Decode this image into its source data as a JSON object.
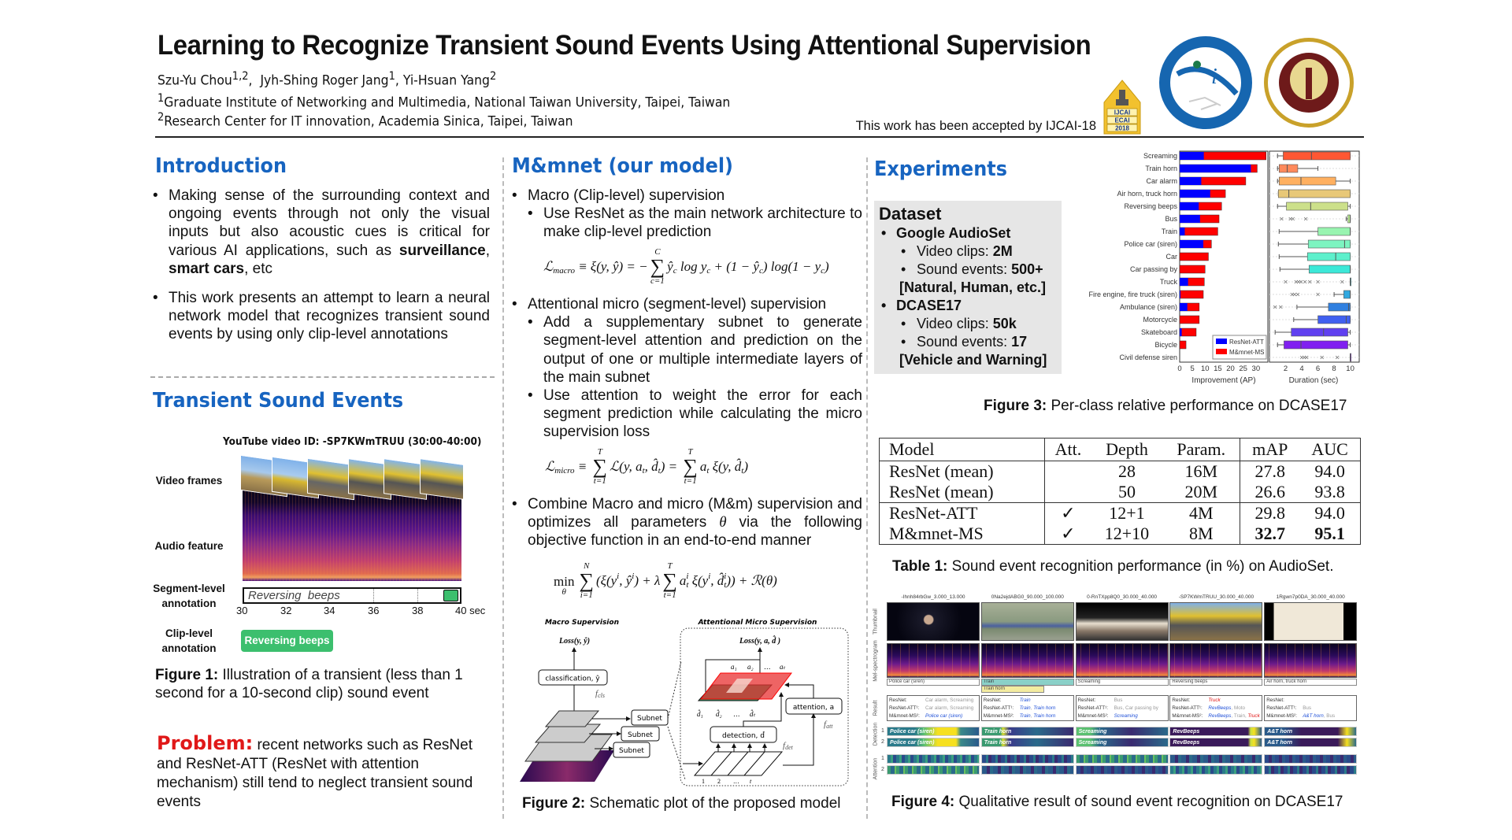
{
  "header": {
    "title": "Learning to Recognize Transient Sound Events Using Attentional Supervision",
    "authors": [
      {
        "name": "Szu-Yu Chou",
        "sup": "1,2"
      },
      {
        "name": "Jyh-Shing Roger Jang",
        "sup": "1"
      },
      {
        "name": "Yi-Hsuan Yang",
        "sup": "2"
      }
    ],
    "affiliations": [
      {
        "sup": "1",
        "text": "Graduate Institute of Networking and Multimedia, National Taiwan University, Taipei, Taiwan"
      },
      {
        "sup": "2",
        "text": "Research Center for IT innovation, Academia Sinica, Taipei, Taiwan"
      }
    ],
    "accepted": "This work has been accepted by IJCAI-18",
    "logos": {
      "ijcai": [
        "IJCAI",
        "ECAI",
        "2018"
      ],
      "sinica": "Research Center for Information Technology Innovation, Academia Sinica",
      "ntu": "National Taiwan University"
    }
  },
  "introduction": {
    "heading": "Introduction",
    "bullet1": {
      "pre": "Making sense of the surrounding context and ongoing events through not only the visual inputs but also acoustic cues is critical for various AI applications, such as ",
      "b1": "surveillance",
      "mid": ", ",
      "b2": "smart cars",
      "post": ", etc"
    },
    "bullet2": "This work presents an attempt to learn a neural network model that recognizes transient sound events by using only clip-level annotations"
  },
  "transient": {
    "heading": "Transient Sound Events",
    "video_id": "YouTube video ID: -SP7KWmTRUU (30:00-40:00)",
    "labels": {
      "frames": "Video frames",
      "audio": "Audio feature",
      "segment": "Segment-level annotation",
      "clip": "Clip-level annotation"
    },
    "segment_text": "Reversing  beeps",
    "ticks": [
      "30",
      "32",
      "34",
      "36",
      "38",
      "40 sec"
    ],
    "clip_badge": "Reversing beeps",
    "badge_color": "#3cbf6e",
    "caption_bold": "Figure 1:",
    "caption": " Illustration of a transient (less than 1 second for a 10-second clip) sound event"
  },
  "problem": {
    "bold": "Problem:",
    "text": " recent networks such as ResNet and ResNet-ATT (ResNet with attention mechanism) still tend to neglect transient sound events"
  },
  "model": {
    "heading": "M&mnet (our model)",
    "macro": "Macro (Clip-level) supervision",
    "macro_sub": "Use ResNet as the main network architecture to make clip-level prediction",
    "micro": "Attentional micro (segment-level) supervision",
    "micro_sub1": "Add a supplementary subnet to generate segment-level attention and prediction on the output of one or multiple intermediate layers of the main subnet",
    "micro_sub2": "Use attention to weight the error for each segment prediction while calculating the micro supervision loss",
    "combine": {
      "pre": "Combine Macro and micro (M&m) supervision and optimizes all parameters ",
      "theta": "θ",
      "post": " via the following objective function in an end-to-end manner"
    },
    "equations": {
      "macro": [
        {
          "b": "ℒ",
          "sub": "macro"
        },
        " ≡ ξ(y, ŷ) = −",
        {
          "sum": "∑",
          "top": "C",
          "bot": "c=1"
        },
        {
          "b": "ŷ",
          "sub": "c"
        },
        " log ",
        {
          "b": "y",
          "sub": "c"
        },
        " + (1 − ",
        {
          "b": "ŷ",
          "sub": "c"
        },
        ") log(1 − ",
        {
          "b": "y",
          "sub": "c"
        },
        ")"
      ],
      "micro": [
        {
          "b": "ℒ",
          "sub": "micro"
        },
        " ≡ ",
        {
          "sum": "∑",
          "top": "T",
          "bot": "t=1"
        },
        "ℒ(y, ",
        {
          "b": "a",
          "sub": "t"
        },
        ", ",
        {
          "b": "d̂",
          "sub": "t"
        },
        ") = ",
        {
          "sum": "∑",
          "top": "T",
          "bot": "t=1"
        },
        {
          "b": "a",
          "sub": "t"
        },
        " ξ(y, ",
        {
          "b": "d̂",
          "sub": "t"
        },
        ")"
      ],
      "objective": [
        {
          "sum": "min",
          "top": "",
          "bot": "θ"
        },
        {
          "sum": "∑",
          "top": "N",
          "bot": "i=1"
        },
        "(ξ(",
        {
          "b": "y",
          "sup": "i"
        },
        ", ",
        {
          "b": "ŷ",
          "sup": "i"
        },
        ") + λ",
        {
          "sum": "∑",
          "top": "T",
          "bot": "t=1"
        },
        {
          "b": "a",
          "sub": "t",
          "sup": "i"
        },
        " ξ(",
        {
          "b": "y",
          "sup": "i"
        },
        ", ",
        {
          "b": "d̂",
          "sub": "t",
          "sup": "i"
        },
        ")) + ℛ(θ)"
      ]
    },
    "figure2": {
      "macro_title": "Macro Supervision",
      "micro_title": "Attentional Micro Supervision",
      "loss_macro": "Loss(y, ŷ)",
      "classification": "classification, ŷ",
      "f_cls": "f",
      "f_cls_sub": "cls",
      "subnet": "Subnet",
      "loss_micro": "Loss(y, a, d̂ )",
      "a_labels": [
        "a₁",
        "a₂",
        "...",
        "aₜ"
      ],
      "d_labels": [
        "d̂₁",
        "d̂₂",
        "...",
        "d̂ₜ"
      ],
      "attention": "attention, a",
      "f_att_sub": "att",
      "detection": "detection, d̂",
      "f_det_sub": "det",
      "seg_labels": [
        "1",
        "2",
        "...",
        "t"
      ],
      "caption_bold": "Figure 2:",
      "caption": " Schematic plot of the proposed model"
    }
  },
  "experiments": {
    "heading": "Experiments",
    "dataset": {
      "title": "Dataset",
      "audioset": "Google AudioSet",
      "as_clips_label": "Video clips: ",
      "as_clips": "2M",
      "as_events_label": "Sound events: ",
      "as_events": "500+",
      "as_note": "[Natural, Human, etc.]",
      "dcase": "DCASE17",
      "dc_clips_label": "Video clips: ",
      "dc_clips": "50k",
      "dc_events_label": "Sound events: ",
      "dc_events": "17",
      "dc_note": "[Vehicle and Warning]"
    },
    "figure3_caption_bold": "Figure 3:",
    "figure3_caption": " Per-class relative performance on DCASE17",
    "table": {
      "headers": [
        "Model",
        "Att.",
        "Depth",
        "Param.",
        "mAP",
        "AUC"
      ],
      "rows": [
        [
          "ResNet (mean)",
          "",
          "28",
          "16M",
          "27.8",
          "94.0"
        ],
        [
          "ResNet (mean)",
          "",
          "50",
          "20M",
          "26.6",
          "93.8"
        ],
        [
          "ResNet-ATT",
          "✓",
          "12+1",
          "4M",
          "29.8",
          "94.0"
        ],
        [
          "M&mnet-MS",
          "✓",
          "12+10",
          "8M",
          "32.7",
          "95.1"
        ]
      ],
      "caption_bold": "Table 1:",
      "caption": " Sound event recognition performance (in %) on AudioSet."
    },
    "figure4": {
      "row_labels": [
        "Thumbnail",
        "Mel-spectrogram",
        "Result",
        "Detection",
        "Attention"
      ],
      "row_numbers": [
        "1",
        "2"
      ],
      "model_labels": [
        "ResNet:",
        "ResNet-ATT¹:",
        "M&mnet-MS²:"
      ],
      "columns": [
        {
          "title": "-Ihnh84rbGw_3.000_13.000",
          "gt": "Police car (siren)",
          "gt2": "",
          "det": "Police car (siren)",
          "results": [
            [
              {
                "t": "Car alarm, Screaming",
                "c": "gray"
              }
            ],
            [
              {
                "t": "Car alarm, Screaming",
                "c": "gray"
              }
            ],
            [
              {
                "t": "Police car (siren)",
                "c": "blue"
              }
            ]
          ]
        },
        {
          "title": "0Na2ejdABG0_90.000_100.000",
          "gt": "Train",
          "gt2": "Train horn",
          "det": "Train horn",
          "results": [
            [
              {
                "t": "Train",
                "c": "blue"
              }
            ],
            [
              {
                "t": "Train",
                "c": "blue"
              },
              {
                "t": ", ",
                "c": "gray"
              },
              {
                "t": "Train horn",
                "c": "blue"
              }
            ],
            [
              {
                "t": "Train",
                "c": "blue"
              },
              {
                "t": ", ",
                "c": "gray"
              },
              {
                "t": "Train horn",
                "c": "blue"
              }
            ]
          ]
        },
        {
          "title": "0-RnTXpp8Q0_30.000_40.000",
          "gt": "Screaming",
          "gt2": "",
          "det": "Screaming",
          "results": [
            [
              {
                "t": "Bus",
                "c": "gray"
              }
            ],
            [
              {
                "t": "Bus, Car passing by",
                "c": "gray"
              }
            ],
            [
              {
                "t": "Screaming",
                "c": "blue"
              }
            ]
          ]
        },
        {
          "title": "-SP7KWmTRUU_30.000_40.000",
          "gt": "Reversing beeps",
          "gt2": "",
          "det": "RevBeeps",
          "results": [
            [
              {
                "t": "Truck",
                "c": "red"
              }
            ],
            [
              {
                "t": "RevBeeps",
                "c": "blue"
              },
              {
                "t": ", Moto",
                "c": "gray"
              }
            ],
            [
              {
                "t": "RevBeeps",
                "c": "blue"
              },
              {
                "t": ", Train, ",
                "c": "gray"
              },
              {
                "t": "Truck",
                "c": "red"
              }
            ]
          ]
        },
        {
          "title": "1Rgwn7p0DA_30.000_40.000",
          "gt": "Air horn, truck horn",
          "gt2": "",
          "det": "A&T horn",
          "results": [
            [],
            [
              {
                "t": "Bus",
                "c": "gray"
              }
            ],
            [
              {
                "t": "A&T horn",
                "c": "blue"
              },
              {
                "t": ", Bus",
                "c": "gray"
              }
            ]
          ]
        }
      ],
      "caption_bold": "Figure 4:",
      "caption": " Qualitative result of sound event recognition on DCASE17"
    }
  },
  "chart_data": [
    {
      "type": "bar",
      "orientation": "horizontal-stacked-overlay",
      "categories": [
        "Screaming",
        "Train horn",
        "Car alarm",
        "Air horn, truck horn",
        "Reversing beeps",
        "Bus",
        "Train",
        "Police car (siren)",
        "Car",
        "Car passing by",
        "Truck",
        "Fire engine, fire truck (siren)",
        "Ambulance (siren)",
        "Motorcycle",
        "Skateboard",
        "Bicycle",
        "Civil defense siren"
      ],
      "series": [
        {
          "name": "ResNet-ATT",
          "color": "#0000ff",
          "values": [
            9.5,
            28,
            8.5,
            12,
            7.5,
            8,
            2,
            9.3,
            0,
            0,
            3.3,
            0.3,
            3,
            0,
            0.8,
            0,
            0
          ]
        },
        {
          "name": "M&mnet-MS",
          "color": "#ff0000",
          "values": [
            34,
            30.5,
            26,
            18,
            16.5,
            15.5,
            15,
            12.5,
            11.3,
            10,
            9.7,
            9.3,
            7.7,
            7.7,
            6.5,
            2.5,
            0
          ]
        }
      ],
      "xlabel": "Improvement (AP)",
      "xticks": [
        "0",
        "5",
        "10",
        "15",
        "20",
        "25",
        "30"
      ],
      "xlim": [
        0,
        34.7
      ],
      "legend": "bottom-right"
    },
    {
      "type": "boxplot",
      "xlabel": "Duration (sec)",
      "xticks": [
        "2",
        "4",
        "6",
        "8",
        "10"
      ],
      "xlim": [
        0.2,
        11
      ],
      "boxes": [
        {
          "min": 1,
          "q1": 1.7,
          "med": 5.2,
          "q3": 10,
          "max": 10,
          "out": [],
          "color": "#ff5733"
        },
        {
          "min": 1,
          "q1": 1.2,
          "med": 2.2,
          "q3": 3.5,
          "max": 6,
          "out": [],
          "color": "#ff8a5c"
        },
        {
          "min": 1,
          "q1": 1.2,
          "med": 3.9,
          "q3": 8.2,
          "max": 10,
          "out": [],
          "color": "#ffb060"
        },
        {
          "min": 1.1,
          "q1": 1.1,
          "med": 2.4,
          "q3": 10,
          "max": 10,
          "out": [],
          "color": "#e8c878"
        },
        {
          "min": 1,
          "q1": 2.1,
          "med": 5.1,
          "q3": 9.7,
          "max": 10,
          "out": [],
          "color": "#cce08a"
        },
        {
          "min": 9.5,
          "q1": 9.7,
          "med": 10,
          "q3": 10,
          "max": 10,
          "out": [
            1.5,
            2.6,
            2.9,
            4.5
          ],
          "color": "#b8e890"
        },
        {
          "min": 1.2,
          "q1": 6,
          "med": 10,
          "q3": 10,
          "max": 10,
          "out": [],
          "color": "#98f4b0"
        },
        {
          "min": 1.1,
          "q1": 4.8,
          "med": 9.3,
          "q3": 10,
          "max": 10,
          "out": [],
          "color": "#7cf4c0"
        },
        {
          "min": 1.2,
          "q1": 4.7,
          "med": 8.2,
          "q3": 10,
          "max": 10,
          "out": [],
          "color": "#5ef0cc"
        },
        {
          "min": 1.3,
          "q1": 4.9,
          "med": 10,
          "q3": 10,
          "max": 10,
          "out": [],
          "color": "#3ce8d8"
        },
        {
          "min": 10,
          "q1": 10,
          "med": 10,
          "q3": 10,
          "max": 10,
          "out": [
            2,
            3.3,
            3.6,
            3.9,
            4.4,
            5,
            6,
            9
          ],
          "color": "#30d0e0"
        },
        {
          "min": 8,
          "q1": 9.2,
          "med": 10,
          "q3": 10,
          "max": 10,
          "out": [
            2.8,
            3.1,
            3.5,
            6
          ],
          "color": "#30a8e0"
        },
        {
          "min": 3.4,
          "q1": 7.3,
          "med": 9.8,
          "q3": 10,
          "max": 10,
          "out": [
            0.7,
            1.4
          ],
          "color": "#3080e0"
        },
        {
          "min": 3,
          "q1": 6,
          "med": 9.5,
          "q3": 10,
          "max": 10,
          "out": [],
          "color": "#4060f0"
        },
        {
          "min": 0.7,
          "q1": 2.7,
          "med": 6.7,
          "q3": 9.7,
          "max": 10,
          "out": [],
          "color": "#6040f0"
        },
        {
          "min": 1,
          "q1": 1.8,
          "med": 3.9,
          "q3": 9.7,
          "max": 10,
          "out": [],
          "color": "#8020f0"
        },
        {
          "min": 10,
          "q1": 10,
          "med": 10,
          "q3": 10,
          "max": 10,
          "out": [
            4,
            4.3,
            4.6,
            6.5,
            8.4
          ],
          "color": "#8000ff"
        }
      ]
    }
  ]
}
